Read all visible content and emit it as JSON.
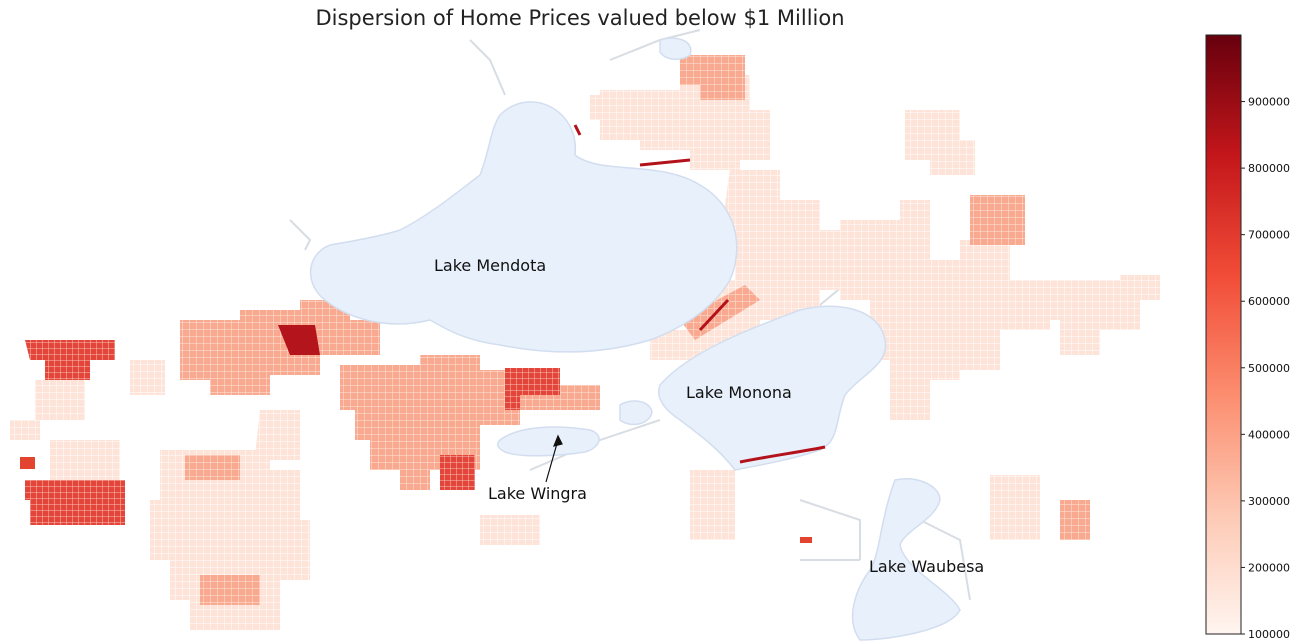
{
  "title": "Dispersion of Home Prices valued below $1 Million",
  "map_labels": {
    "mendota": "Lake Mendota",
    "monona": "Lake Monona",
    "wingra": "Lake Wingra",
    "waubesa": "Lake Waubesa"
  },
  "colorbar": {
    "min": 100000,
    "max": 1000000,
    "colormap": "Reds",
    "ticks": [
      "100000",
      "200000",
      "300000",
      "400000",
      "500000",
      "600000",
      "700000",
      "800000",
      "900000"
    ]
  },
  "colors": {
    "water": "#e8f0fb",
    "water_edge": "#d2deef",
    "road": "#d8dde3",
    "low": "#fff0ea",
    "mid": "#fb7a5d",
    "high": "#67000d"
  }
}
